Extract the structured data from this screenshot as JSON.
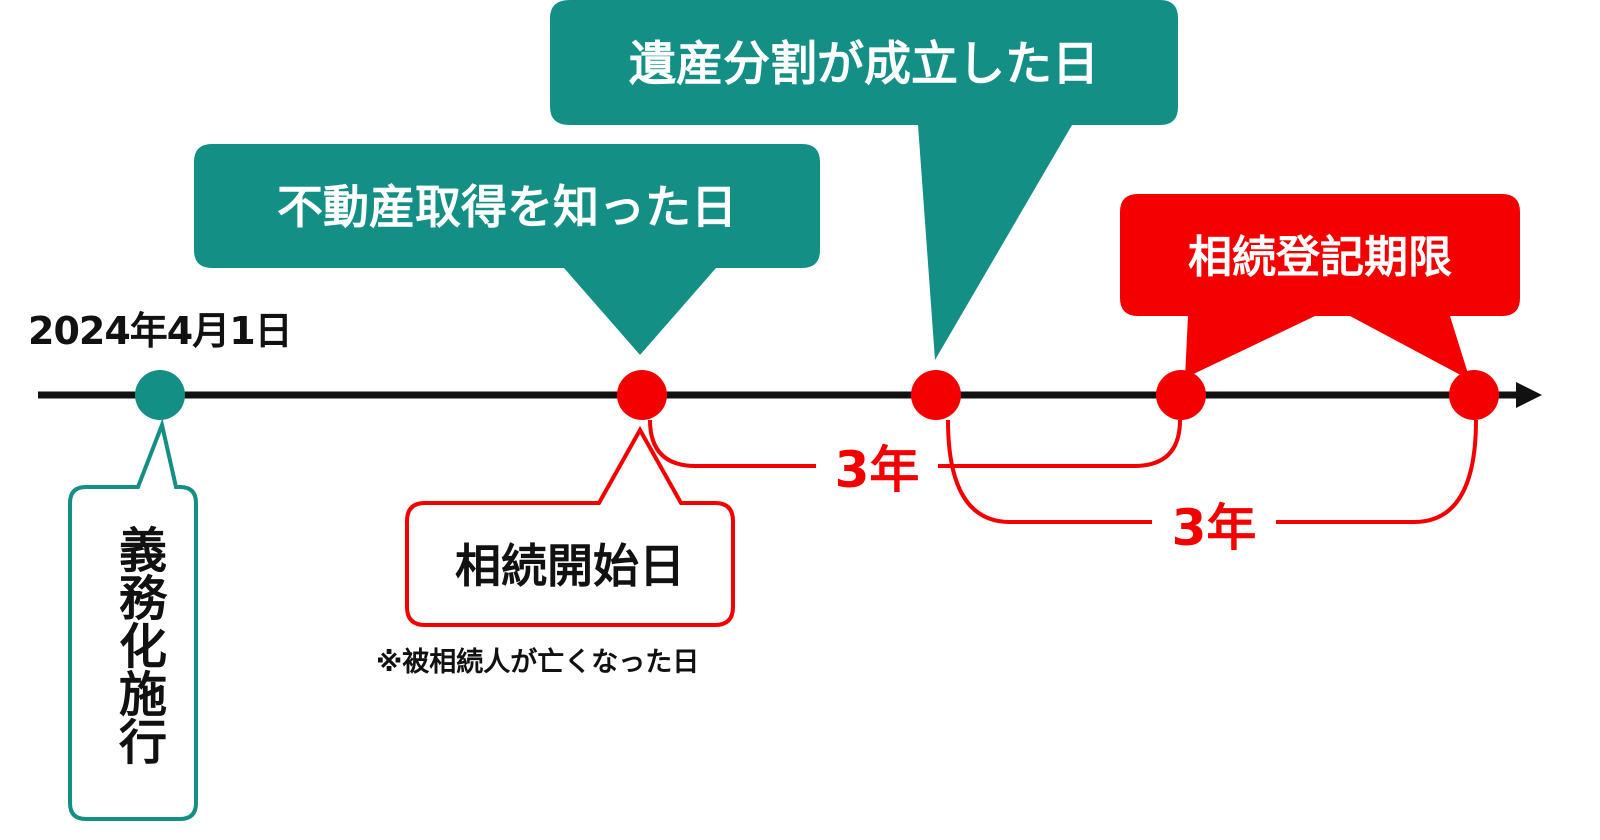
{
  "colors": {
    "teal": "#148f85",
    "red": "#f50000",
    "black": "#111111",
    "white": "#ffffff"
  },
  "timeline": {
    "start_date": "2024年4月1日"
  },
  "callouts": {
    "enforcement": "義務化施行",
    "inheritance_start": "相続開始日",
    "inheritance_note": "※被相続人が亡くなった日",
    "acquisition_known": "不動産取得を知った日",
    "division_agreed": "遺産分割が成立した日",
    "deadline": "相続登記期限"
  },
  "spans": {
    "first": "3年",
    "second": "3年"
  }
}
